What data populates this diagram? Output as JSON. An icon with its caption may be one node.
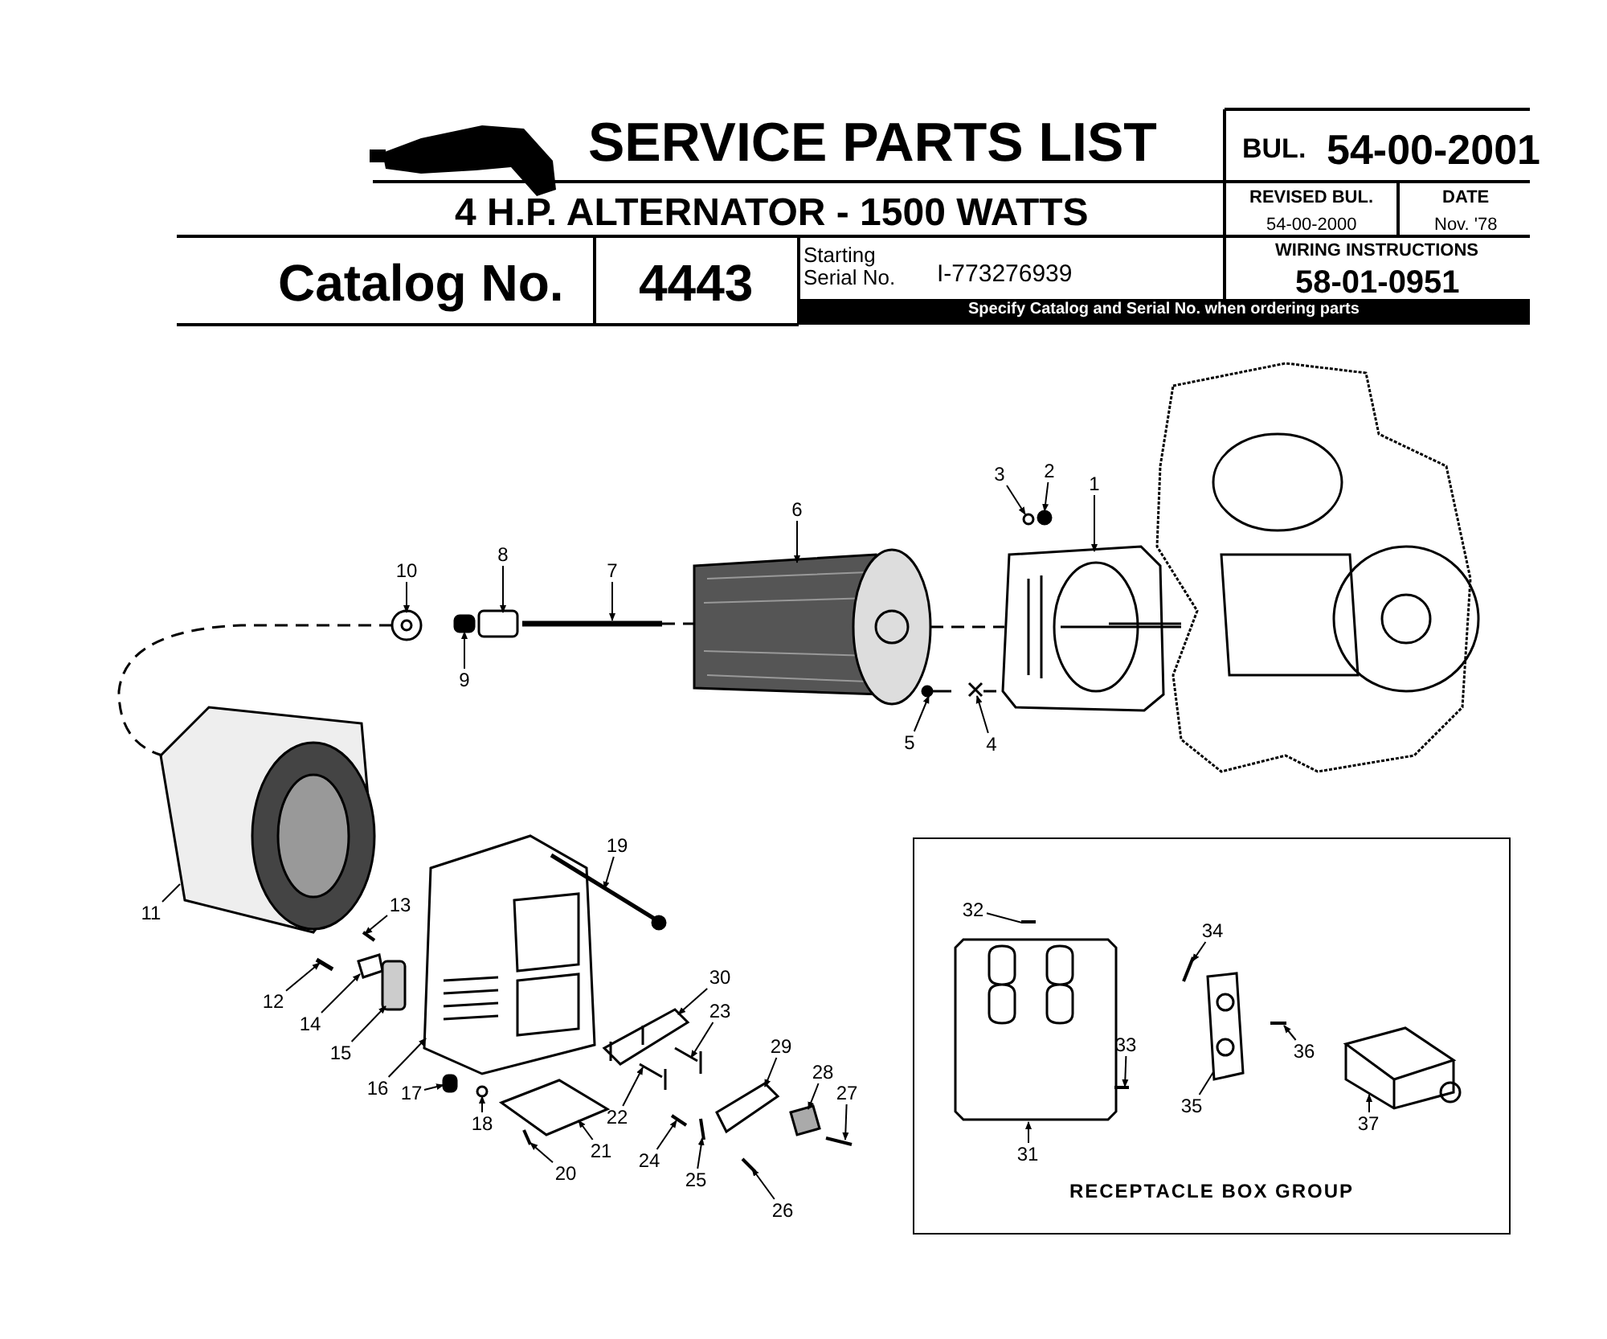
{
  "diagram": {
    "title": "SERVICE PARTS LIST",
    "nodes": [
      {
        "text": [
          "RECEPTACLE BOX GROUP"
        ]
      },
      {
        "text": [
          "1"
        ]
      },
      {
        "text": [
          "2"
        ]
      },
      {
        "text": [
          "3"
        ]
      },
      {
        "text": [
          "4"
        ]
      },
      {
        "text": [
          "5"
        ]
      },
      {
        "text": [
          "6"
        ]
      },
      {
        "text": [
          "7"
        ]
      },
      {
        "text": [
          "8"
        ]
      },
      {
        "text": [
          "9"
        ]
      },
      {
        "text": [
          "10"
        ]
      },
      {
        "text": [
          "11"
        ]
      },
      {
        "text": [
          "12"
        ]
      },
      {
        "text": [
          "13"
        ]
      },
      {
        "text": [
          "14"
        ]
      },
      {
        "text": [
          "15"
        ]
      },
      {
        "text": [
          "16"
        ]
      },
      {
        "text": [
          "17"
        ]
      },
      {
        "text": [
          "18"
        ]
      },
      {
        "text": [
          "19"
        ]
      },
      {
        "text": [
          "20"
        ]
      },
      {
        "text": [
          "21"
        ]
      },
      {
        "text": [
          "22"
        ]
      },
      {
        "text": [
          "23"
        ]
      },
      {
        "text": [
          "24"
        ]
      },
      {
        "text": [
          "25"
        ]
      },
      {
        "text": [
          "26"
        ]
      },
      {
        "text": [
          "27"
        ]
      },
      {
        "text": [
          "28"
        ]
      },
      {
        "text": [
          "29"
        ]
      },
      {
        "text": [
          "30"
        ]
      },
      {
        "text": [
          "31"
        ],
        "in": 0
      },
      {
        "text": [
          "32"
        ],
        "in": 0
      },
      {
        "text": [
          "33"
        ],
        "in": 0
      },
      {
        "text": [
          "34"
        ],
        "in": 0
      },
      {
        "text": [
          "35"
        ],
        "in": 0
      },
      {
        "text": [
          "36"
        ],
        "in": 0
      },
      {
        "text": [
          "37"
        ],
        "in": 0
      },
      {
        "text": [],
        "shape": "picture"
      },
      {
        "text": [],
        "shape": "circle"
      },
      {
        "text": [],
        "shape": "circle"
      },
      {
        "text": [],
        "shape": "picture"
      },
      {
        "text": [],
        "shape": "picture"
      },
      {
        "text": [],
        "shape": "picture"
      },
      {
        "text": [],
        "shape": "picture"
      },
      {
        "text": [],
        "shape": "box"
      },
      {
        "text": [],
        "shape": "picture"
      },
      {
        "text": [],
        "shape": "picture"
      },
      {
        "text": [],
        "shape": "picture"
      },
      {
        "text": [],
        "shape": "picture"
      },
      {
        "text": [],
        "shape": "picture"
      },
      {
        "text": [],
        "shape": "picture"
      },
      {
        "text": [],
        "shape": "box"
      },
      {
        "text": [],
        "shape": "picture"
      },
      {
        "text": [],
        "shape": "box"
      },
      {
        "text": [],
        "shape": "circle"
      },
      {
        "text": [],
        "shape": "picture"
      },
      {
        "text": [],
        "shape": "picture"
      },
      {
        "text": [],
        "shape": "picture"
      },
      {
        "text": [],
        "shape": "picture"
      },
      {
        "text": [],
        "shape": "picture"
      },
      {
        "text": [],
        "shape": "picture"
      },
      {
        "text": [],
        "shape": "picture"
      },
      {
        "text": [],
        "shape": "picture"
      },
      {
        "text": [],
        "shape": "picture"
      },
      {
        "text": [],
        "shape": "picture"
      },
      {
        "text": [],
        "shape": "picture"
      },
      {
        "text": [],
        "shape": "picture"
      },
      {
        "text": [],
        "shape": "picture",
        "in": 0
      },
      {
        "text": [],
        "shape": "picture",
        "in": 0
      },
      {
        "text": [],
        "shape": "picture",
        "in": 0
      },
      {
        "text": [],
        "shape": "picture",
        "in": 0
      },
      {
        "text": [],
        "shape": "picture",
        "in": 0
      },
      {
        "text": [],
        "shape": "picture",
        "in": 0
      },
      {
        "text": [],
        "shape": "picture",
        "in": 0
      }
    ],
    "edges": [
      {
        "from": 1,
        "to": 38,
        "arrow": "to"
      },
      {
        "from": 2,
        "to": 39,
        "arrow": "to"
      },
      {
        "from": 3,
        "to": 40,
        "arrow": "to"
      },
      {
        "from": 4,
        "to": 41,
        "arrow": "to"
      },
      {
        "from": 5,
        "to": 42,
        "arrow": "to"
      },
      {
        "from": 6,
        "to": 43,
        "arrow": "to"
      },
      {
        "from": 7,
        "to": 44,
        "arrow": "to"
      },
      {
        "from": 8,
        "to": 45,
        "arrow": "to"
      },
      {
        "from": 9,
        "to": 46,
        "arrow": "to"
      },
      {
        "from": 10,
        "to": 47,
        "arrow": "to"
      },
      {
        "from": 11,
        "to": 48,
        "arrow": "none"
      },
      {
        "from": 12,
        "to": 49,
        "arrow": "to"
      },
      {
        "from": 13,
        "to": 50,
        "arrow": "to"
      },
      {
        "from": 14,
        "to": 51,
        "arrow": "to"
      },
      {
        "from": 15,
        "to": 52,
        "arrow": "to"
      },
      {
        "from": 16,
        "to": 53,
        "arrow": "to"
      },
      {
        "from": 17,
        "to": 54,
        "arrow": "to"
      },
      {
        "from": 18,
        "to": 55,
        "arrow": "to"
      },
      {
        "from": 19,
        "to": 56,
        "arrow": "to"
      },
      {
        "from": 20,
        "to": 57,
        "arrow": "to"
      },
      {
        "from": 21,
        "to": 58,
        "arrow": "to"
      },
      {
        "from": 22,
        "to": 59,
        "arrow": "to"
      },
      {
        "from": 23,
        "to": 60,
        "arrow": "to"
      },
      {
        "from": 24,
        "to": 61,
        "arrow": "to"
      },
      {
        "from": 25,
        "to": 62,
        "arrow": "to"
      },
      {
        "from": 26,
        "to": 63,
        "arrow": "to"
      },
      {
        "from": 27,
        "to": 64,
        "arrow": "to"
      },
      {
        "from": 28,
        "to": 65,
        "arrow": "to"
      },
      {
        "from": 29,
        "to": 66,
        "arrow": "to"
      },
      {
        "from": 30,
        "to": 67,
        "arrow": "to"
      },
      {
        "from": 31,
        "to": 68,
        "arrow": "to"
      },
      {
        "from": 32,
        "to": 69,
        "arrow": "none"
      },
      {
        "from": 33,
        "to": 70,
        "arrow": "to"
      },
      {
        "from": 34,
        "to": 71,
        "arrow": "to"
      },
      {
        "from": 35,
        "to": 72,
        "arrow": "none"
      },
      {
        "from": 36,
        "to": 73,
        "arrow": "to"
      },
      {
        "from": 37,
        "to": 74,
        "arrow": "to"
      },
      {
        "from": 47,
        "to": 48,
        "arrow": "none",
        "style": "dashed"
      },
      {
        "from": 44,
        "to": 43,
        "arrow": "none",
        "style": "dashed"
      },
      {
        "from": 43,
        "to": 38,
        "arrow": "none",
        "style": "dashed"
      },
      {
        "from": 41,
        "to": 38,
        "arrow": "none",
        "style": "dashed"
      }
    ],
    "labels": [
      "BUL.",
      "54-00-2001",
      "4 H.P. ALTERNATOR - 1500 WATTS",
      "REVISED BUL.",
      "DATE",
      "54-00-2000",
      "Nov. '78",
      "Catalog No.",
      "4443",
      "Starting Serial No.",
      "I-773276939",
      "WIRING INSTRUCTIONS",
      "58-01-0951",
      "Specify Catalog and Serial No. when ordering parts"
    ]
  }
}
